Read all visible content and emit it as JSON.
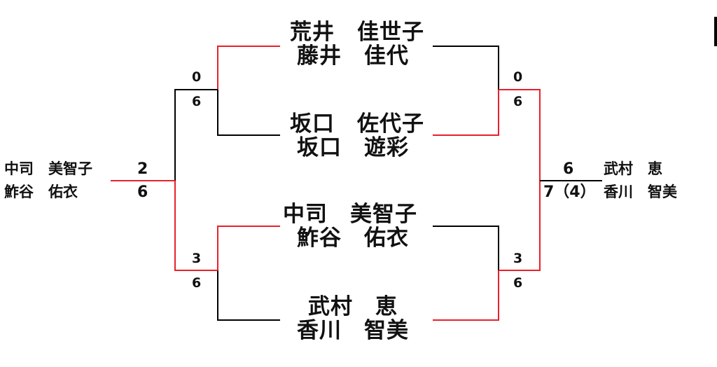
{
  "colors": {
    "winner_line": "#e8202a",
    "loser_line": "#000000",
    "text": "#111111"
  },
  "semifinal_top": {
    "match_a": {
      "team1": {
        "p1": "荒井　佳世子",
        "p2": "藤井　佳代"
      },
      "team2": {
        "p1": "坂口　佐代子",
        "p2": "坂口　遊彩"
      },
      "left_score": {
        "team1": "0",
        "team2": "6"
      },
      "right_score": {
        "team1": "0",
        "team2": "6"
      }
    }
  },
  "semifinal_bottom": {
    "match_b": {
      "team1": {
        "p1": "中司　美智子",
        "p2": "鮓谷　佑衣"
      },
      "team2": {
        "p1": "武村　恵",
        "p2": "香川　智美"
      },
      "left_score": {
        "team1": "3",
        "team2": "6"
      },
      "right_score": {
        "team1": "3",
        "team2": "6"
      }
    }
  },
  "final_left": {
    "team": {
      "p1": "中司　美智子",
      "p2": "鮓谷　佑衣"
    },
    "score_top": "2",
    "score_bottom": "6"
  },
  "final_right": {
    "team": {
      "p1": "武村　恵",
      "p2": "香川　智美"
    },
    "score_top": "6",
    "score_bottom": "7（4）"
  }
}
